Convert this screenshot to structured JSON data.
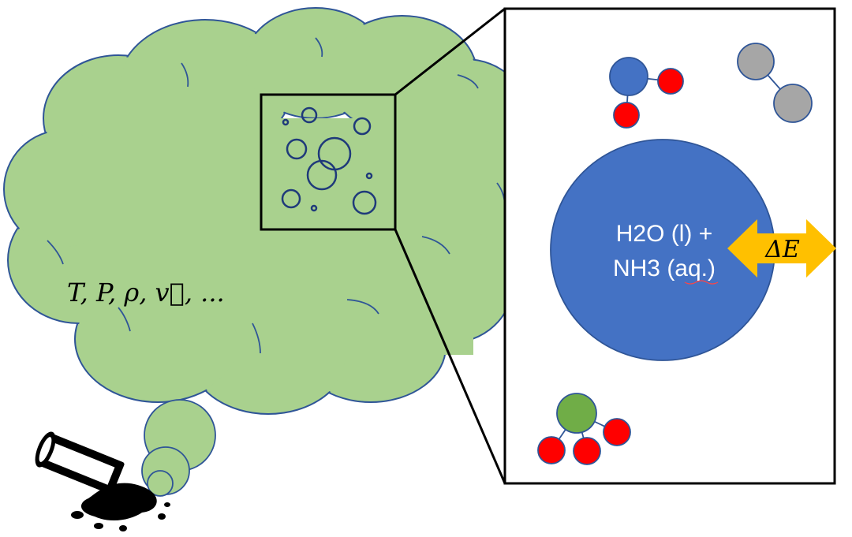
{
  "cloud": {
    "fill": "#a9d18e",
    "stroke": "#2f5597",
    "variables_label": "T, P, ρ, v⃗, ..."
  },
  "inset": {
    "bubble_stroke": "#1f3a7a"
  },
  "panel": {
    "stroke": "#000000",
    "big_molecule": {
      "fill": "#4472c4",
      "label_line1": "H2O (l) +",
      "label_line2": "NH3 (aq.)"
    },
    "energy_arrow": {
      "fill": "#ffc000",
      "label": "ΔE"
    },
    "molecules": [
      {
        "name": "blue-molecule",
        "center_color": "#4472c4",
        "atom_color": "#ff0000"
      },
      {
        "name": "gray-molecule",
        "center_color": "#a6a6a6",
        "atom_color": "#a6a6a6"
      },
      {
        "name": "green-molecule",
        "center_color": "#70ad47",
        "atom_color": "#ff0000"
      }
    ]
  },
  "spill": {
    "icon": "spilled-beaker-icon",
    "color": "#000000"
  }
}
